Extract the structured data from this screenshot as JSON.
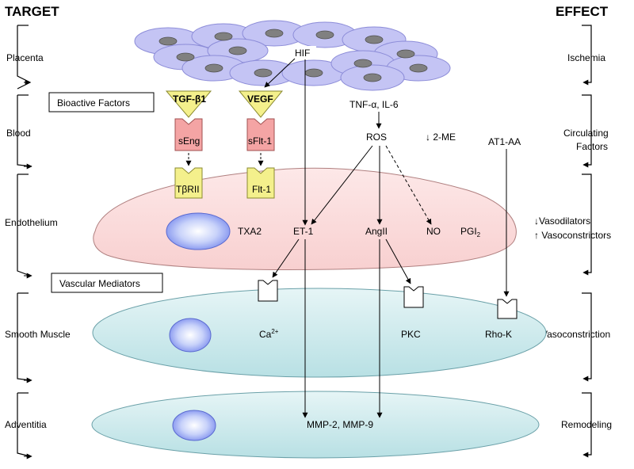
{
  "headers": {
    "target": "TARGET",
    "effect": "EFFECT"
  },
  "targets": [
    "Placenta",
    "Blood",
    "Endothelium",
    "Smooth Muscle",
    "Adventitia"
  ],
  "effects": {
    "ischemia": "Ischemia",
    "circulating_line1": "Circulating",
    "circulating_line2": "Factors",
    "vasodilators": "↓Vasodilators",
    "vasoconstrictors": "↑ Vasoconstrictors",
    "vasoconstriction": "Vasoconstriction",
    "remodeling": "Remodeling"
  },
  "boxes": {
    "bioactive": "Bioactive Factors",
    "vascular": "Vascular Mediators"
  },
  "molecules": {
    "hif": "HIF",
    "tgf": "TGF-β1",
    "vegf": "VEGF",
    "seng": "sEng",
    "sflt": "sFlt-1",
    "tbr": "TβRII",
    "flt": "Flt-1",
    "tnf": "TNF-α, IL-6",
    "ros": "ROS",
    "twome": "↓ 2-ME",
    "at1aa": "AT1-AA",
    "txa2": "TXA2",
    "et1": "ET-1",
    "angii": "AngII",
    "no": "NO",
    "pgi": "PGI",
    "pgi_sub": "2",
    "ca": "Ca",
    "ca_sup": "2+",
    "pkc": "PKC",
    "rhok": "Rho-K",
    "mmp": "MMP-2, MMP-9"
  },
  "colors": {
    "placenta_cell": "#c4c4f4",
    "placenta_nucleus": "#808080",
    "endothelium": "#fbdcdc",
    "smooth_muscle": "#cbe9ec",
    "nucleus_blue": "#a8b8f8",
    "triangle": "#f4f08c",
    "receptor_pink": "#f4a4a4",
    "receptor_yellow": "#f4f08c"
  }
}
